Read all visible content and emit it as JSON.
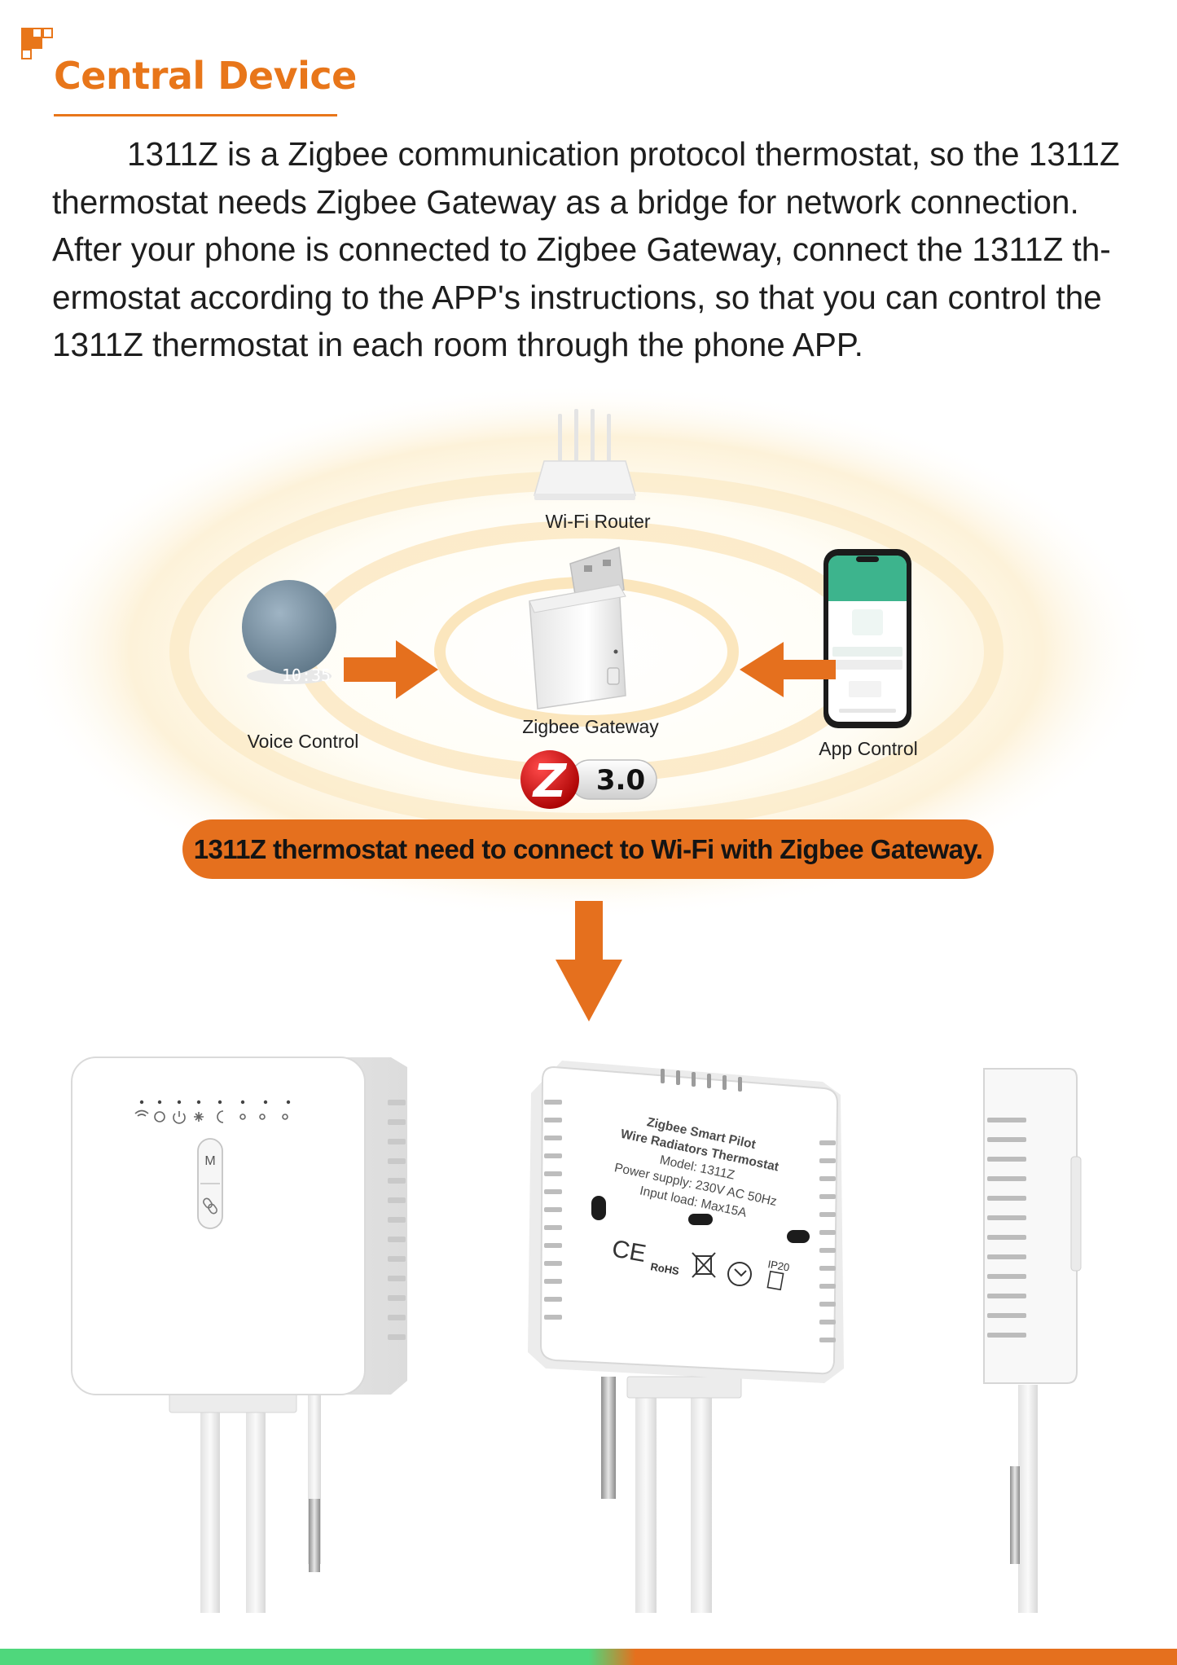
{
  "header": {
    "title": "Central Device"
  },
  "intro": {
    "paragraph": "1311Z is a Zigbee communication protocol thermostat, so the 1311Z thermostat needs Zigbee Gateway as a bridge for network connection. After your phone is connected to Zigbee Gateway, connect the 1311Z th-ermostat according to the APP's instructions, so that you can control the 1311Z thermostat in each room through the phone APP."
  },
  "diagram": {
    "router_label": "Wi-Fi Router",
    "voice_label": "Voice Control",
    "gateway_label": "Zigbee Gateway",
    "app_label": "App Control",
    "speaker_clock": "10:35",
    "zigbee_badge_version": "3.0",
    "zigbee_badge_letter": "Z",
    "banner": "1311Z thermostat need to connect to Wi-Fi with Zigbee Gateway."
  },
  "products": {
    "front_button_top": "M",
    "back_label_lines": [
      "Zigbee Smart Pilot",
      "Wire Radiators Thermostat",
      "Model: 1311Z",
      "Power supply: 230V AC 50Hz",
      "Input load: Max15A"
    ],
    "back_marks": {
      "ce": "CE",
      "rohs": "RoHS",
      "ip": "IP20"
    }
  },
  "colors": {
    "accent": "#E8761A",
    "banner": "#E5701E",
    "footer_green": "#4FD77C"
  }
}
